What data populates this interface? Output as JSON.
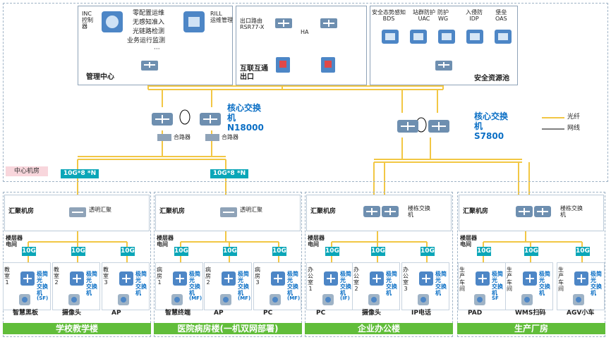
{
  "mgmt": {
    "inc": "INC\n控制\n器",
    "features": [
      "零配置运维",
      "无感知准入",
      "光链路检测",
      "业务运行监测"
    ],
    "dots": "···",
    "rill": "RILL\n运维管理",
    "title": "管理中心"
  },
  "exit": {
    "router": "出口路由\nRSR77-X",
    "ha": "HA",
    "title": "互联互通\n出口"
  },
  "security": {
    "items": [
      "安全态势感知\nBDS",
      "防护\nWG",
      "站群防护\nUAC",
      "入侵防\nIDP",
      "堡垒\nOAS"
    ],
    "title": "安全资源池"
  },
  "core_left": {
    "title": "核心交换\n机\nN18000",
    "combiner1": "合路器",
    "combiner2": "合路器"
  },
  "core_right": {
    "title": "核心交换\n机\nS7800"
  },
  "legend": {
    "fiber": "光纤",
    "cable": "网线",
    "fiber_color": "#f2c744",
    "cable_color": "#000000"
  },
  "center_room": "中心机房",
  "trunk": [
    "10G*8 *N",
    "10G*8 *N"
  ],
  "agg": "汇聚机房",
  "transparent_agg": "透明汇聚",
  "building_sw": "楼栋交换\n机",
  "floor_room": "楼层器\n电间",
  "link10g": "10G",
  "mini_sw": "极简\n光\n交换\n机",
  "buildings": [
    {
      "zone": "学校教学楼",
      "rooms": [
        "教室1",
        "教室2",
        "教室3"
      ],
      "swsuf": [
        "(SF)",
        "",
        ""
      ],
      "devices": [
        "智慧黑板",
        "摄像头",
        "AP"
      ]
    },
    {
      "zone": "医院病房楼(一机双网部署)",
      "rooms": [
        "病房1",
        "病房2",
        "病房3"
      ],
      "swsuf": [
        "(MF)",
        "(MF)",
        "(MF)"
      ],
      "devices": [
        "智慧终端",
        "AP",
        "PC"
      ]
    },
    {
      "zone": "企业办公楼",
      "rooms": [
        "办公室1",
        "办公室2",
        "办公室3"
      ],
      "swsuf": [
        "(IF)",
        "",
        ""
      ],
      "devices": [
        "PC",
        "摄像头",
        "IP电话"
      ]
    },
    {
      "zone": "生产厂房",
      "rooms": [
        "生产车间",
        "生产车间",
        "生产车间"
      ],
      "swsuf": [
        "SF",
        "",
        ""
      ],
      "devices": [
        "PAD",
        "WMS扫码",
        "AGV小车"
      ]
    }
  ]
}
